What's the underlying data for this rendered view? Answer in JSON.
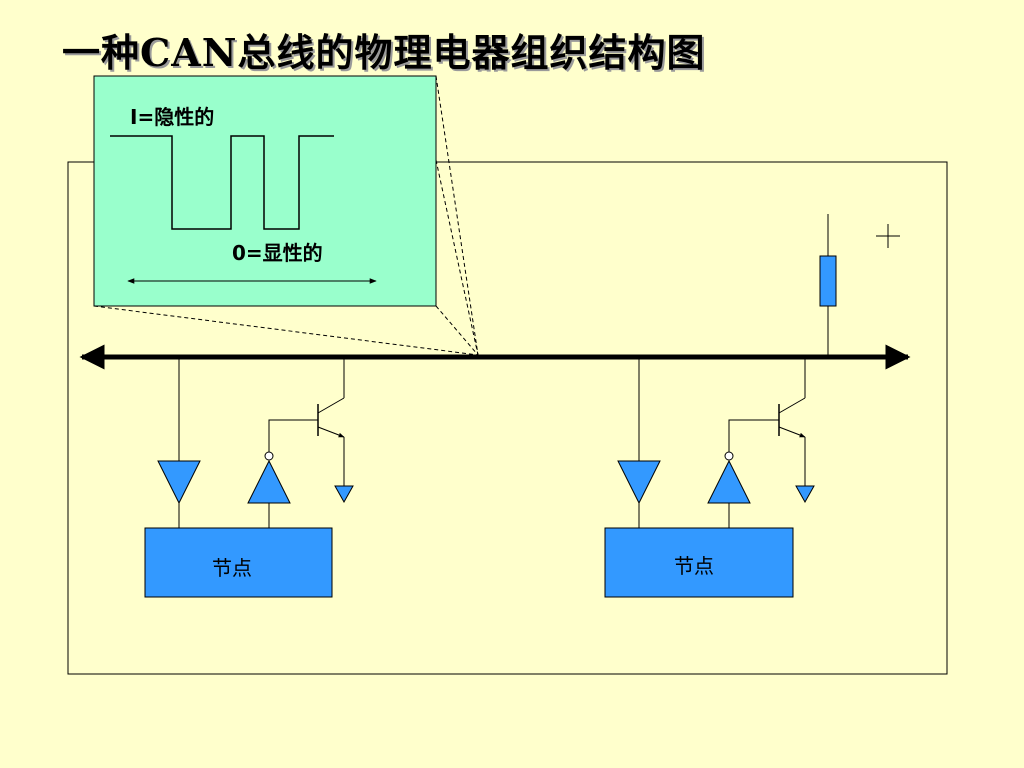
{
  "title": "一种CAN总线的物理电器组织结构图",
  "waveform": {
    "recessive_label": "I=隐性的",
    "dominant_label": "0=显性的"
  },
  "nodes": [
    {
      "label": "节点"
    },
    {
      "label": "节点"
    }
  ],
  "colors": {
    "background": "#FFFFCC",
    "inset_fill": "#99FFCC",
    "component_fill": "#3399FF",
    "bus": "#000000"
  }
}
